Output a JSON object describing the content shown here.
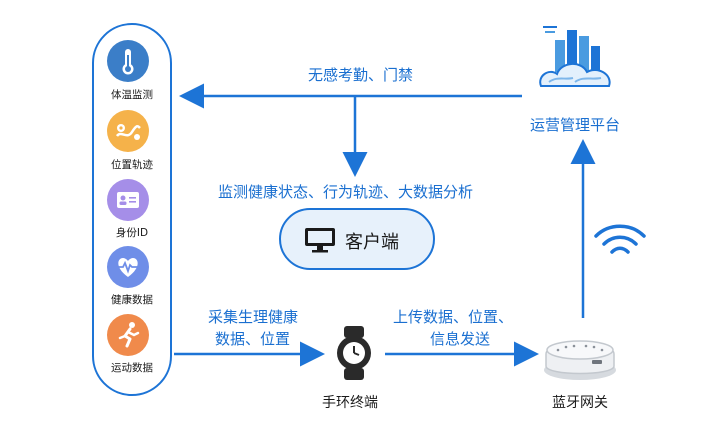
{
  "sidebar": {
    "items": [
      {
        "label": "体温监测",
        "icon": "thermometer-icon",
        "color": "#3b7ec8"
      },
      {
        "label": "位置轨迹",
        "icon": "location-track-icon",
        "color": "#f5b24a"
      },
      {
        "label": "身份ID",
        "icon": "id-card-icon",
        "color": "#a58ee8"
      },
      {
        "label": "健康数据",
        "icon": "heart-pulse-icon",
        "color": "#6f8ee8"
      },
      {
        "label": "运动数据",
        "icon": "running-person-icon",
        "color": "#f08a4b"
      }
    ]
  },
  "nodes": {
    "platform": "运营管理平台",
    "client": "客户端",
    "watch": "手环终端",
    "gateway": "蓝牙网关"
  },
  "labels": {
    "attendance": "无感考勤、门禁",
    "analysis": "监测健康状态、行为轨迹、大数据分析",
    "collect_line1": "采集生理健康",
    "collect_line2": "数据、位置",
    "upload_line1": "上传数据、位置、",
    "upload_line2": "信息发送"
  },
  "colors": {
    "accent": "#1d74d6",
    "text_blue": "#1a6fd0"
  }
}
